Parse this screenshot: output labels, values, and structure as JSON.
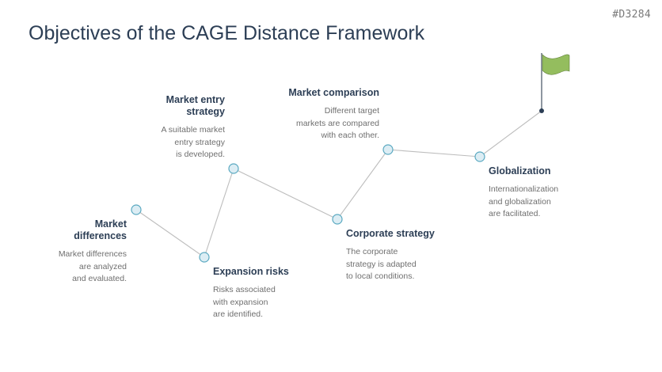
{
  "slide_id": "#D3284",
  "title": "Objectives of the CAGE Distance Framework",
  "colors": {
    "title": "#2c3e55",
    "heading": "#2c3e55",
    "description": "#6f6f6f",
    "node_fill": "#dcedf4",
    "node_stroke": "#5aa9c1",
    "connector": "#bdbdbd",
    "flag": "#94bd5e",
    "flag_pole": "#8e96a0",
    "flag_base": "#2c3e55"
  },
  "steps": [
    {
      "heading": "Market differences",
      "heading_lines": [
        "Market",
        "differences"
      ],
      "description_lines": [
        "Market differences",
        "are analyzed",
        "and evaluated."
      ]
    },
    {
      "heading": "Expansion risks",
      "heading_lines": [
        "Expansion risks"
      ],
      "description_lines": [
        "Risks associated",
        "with expansion",
        "are identified."
      ]
    },
    {
      "heading": "Market entry strategy",
      "heading_lines": [
        "Market entry",
        "strategy"
      ],
      "description_lines": [
        "A suitable market",
        "entry strategy",
        "is developed."
      ]
    },
    {
      "heading": "Corporate strategy",
      "heading_lines": [
        "Corporate strategy"
      ],
      "description_lines": [
        "The corporate",
        "strategy is adapted",
        "to local conditions."
      ]
    },
    {
      "heading": "Market comparison",
      "heading_lines": [
        "Market comparison"
      ],
      "description_lines": [
        "Different target",
        "markets are compared",
        "with each other."
      ]
    },
    {
      "heading": "Globalization",
      "heading_lines": [
        "Globalization"
      ],
      "description_lines": [
        "Internationalization",
        "and globalization",
        "are facilitated."
      ]
    }
  ],
  "goal_icon": "flag-icon"
}
